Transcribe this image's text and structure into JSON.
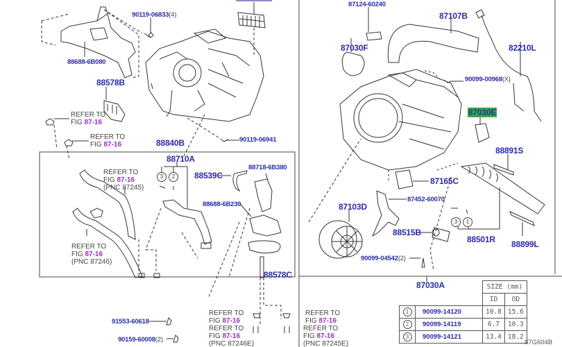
{
  "diagram": {
    "title_code": "87G604B",
    "left_section": {
      "labels": {
        "bracket": "88688-6B080",
        "bolt_top": "90119-06833",
        "bolt_top_qty": "(4)",
        "clip_upper": "88578B",
        "bolt_mid": "90119-06941",
        "unit_assy": "88840B",
        "valve_tube": "88710A",
        "hose": "88539C",
        "valve_expansion": "88718-6B380",
        "cover": "88688-6B230",
        "gasket": "88578C",
        "bolt_bottom_1": "91553-60618",
        "bolt_bottom_2": "90159-60008",
        "bolt_bottom_2_qty": "(2)"
      },
      "refs": [
        {
          "line1": "REFER TO",
          "fig_prefix": "FIG ",
          "fig": "87-16",
          "pnc": ""
        },
        {
          "line1": "REFER TO",
          "fig_prefix": "FIG ",
          "fig": "87-16",
          "pnc": ""
        },
        {
          "line1": "REFER TO",
          "fig_prefix": "FIG ",
          "fig": "87-16",
          "pnc": "(PNC 87245)"
        },
        {
          "line1": "REFER TO",
          "fig_prefix": "FIG ",
          "fig": "87-16",
          "pnc": "(PNC 87246)"
        },
        {
          "line1": "REFER TO",
          "fig_prefix": "FIG ",
          "fig": "87-16",
          "pnc": ""
        },
        {
          "line1": "REFER TO",
          "fig_prefix": "FIG ",
          "fig": "87-16",
          "pnc": "(PNC 87246E)"
        },
        {
          "line1": "REFER TO",
          "fig_prefix": "FIG ",
          "fig": "87-16",
          "pnc": ""
        },
        {
          "line1": "REFER TO",
          "fig_prefix": "FIG ",
          "fig": "87-16",
          "pnc": "(PNC 87245E)"
        }
      ],
      "callouts": [
        "3",
        "2"
      ]
    },
    "right_section": {
      "labels": {
        "damper": "87124-60240",
        "tube": "87107B",
        "servo": "87030F",
        "wire": "82210L",
        "screw": "90099-00968",
        "screw_qty": "(X)",
        "servo_highlight": "87030E",
        "thermistor": "88891S",
        "resistor": "87165C",
        "bracket": "87452-60070",
        "blower": "87103D",
        "sleeve": "88515B",
        "evaporator": "88501R",
        "plate": "88899L",
        "screw_bottom": "90099-04542",
        "screw_bottom_qty": "(2)",
        "assembly": "87030A"
      },
      "callouts": [
        "3",
        "1"
      ]
    },
    "size_table": {
      "header": "SIZE (mm)",
      "col_id": "ID",
      "col_od": "OD",
      "rows": [
        {
          "num": "1",
          "part": "90099-14120",
          "id": "10.8",
          "od": "15.6"
        },
        {
          "num": "2",
          "part": "90099-14119",
          "id": "6.7",
          "od": "10.3"
        },
        {
          "num": "3",
          "part": "90099-14121",
          "id": "13.4",
          "od": "18.2"
        }
      ]
    },
    "colors": {
      "label": "#2b2ba8",
      "fig_ref": "#9b2fbf",
      "highlight": "#3aa64a",
      "line": "#333333"
    }
  }
}
